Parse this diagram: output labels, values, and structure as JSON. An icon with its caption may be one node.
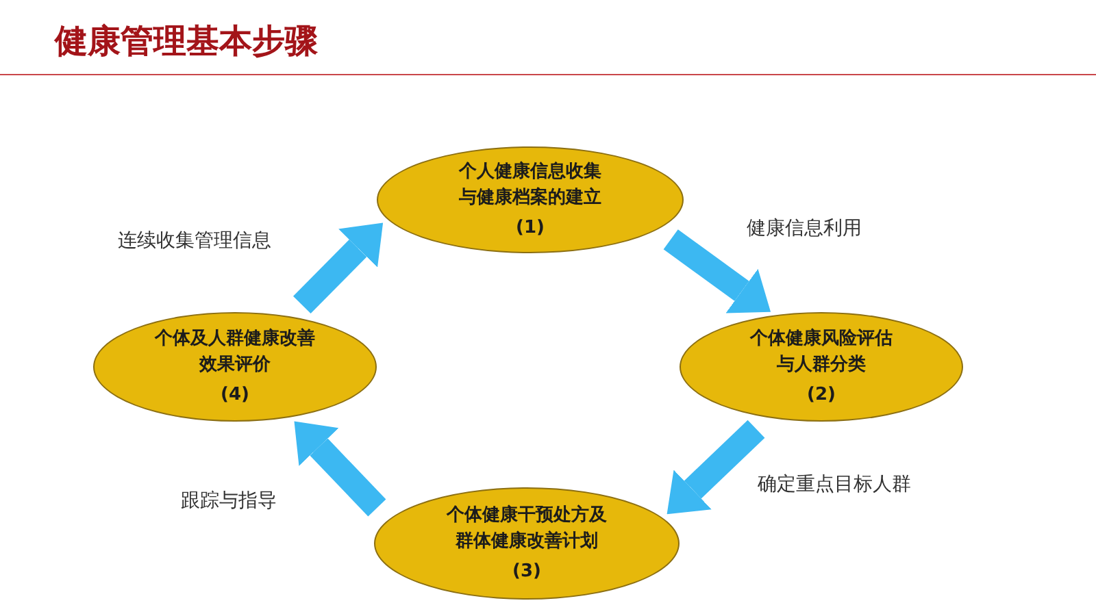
{
  "diagram": {
    "title": "健康管理基本步骤",
    "nodes": [
      {
        "text": [
          "个人健康**信息收集**与健康档案的建立",
          "(1)"
        ]
      },
      {
        "text": [
          "个体及人群健康改善**效果评价**",
          "(4)"
        ]
      },
      {
        "text": [
          "个体健康**风险评估**与人群分类",
          "(2)"
        ]
      },
      {
        "text": [
          "个体**健康干预**处方及群体健康改善计划",
          "(3)"
        ]
      }
    ],
    "edges": [
      {
        "from": 1,
        "to": 0,
        "arrow": "to",
        "label": "连续收集管理信息"
      },
      {
        "from": 0,
        "to": 2,
        "arrow": "to",
        "label": "健康信息利用"
      },
      {
        "from": 2,
        "to": 3,
        "arrow": "to",
        "label": "确定重点目标人群"
      },
      {
        "from": 3,
        "to": 1,
        "arrow": "to",
        "label": "跟踪与指导"
      }
    ]
  }
}
